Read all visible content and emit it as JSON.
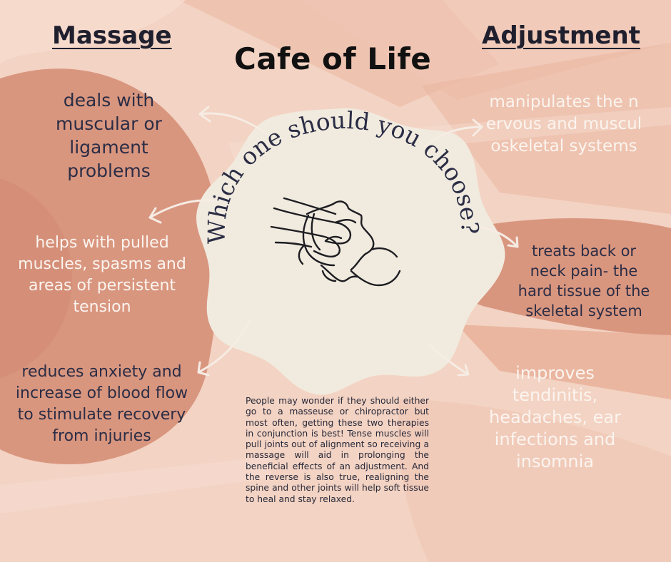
{
  "title": "Cafe of Life",
  "massage": {
    "heading": "Massage",
    "points": [
      "deals with muscular or ligament problems",
      "helps with pulled muscles, spasms and areas of persistent tension",
      "reduces anxiety and increase of blood flow to stimulate recovery from injuries"
    ]
  },
  "adjustment": {
    "heading": "Adjustment",
    "points": [
      "manipulates the nervous and musculoskeletal systems",
      "treats back or neck pain- the hard tissue of the skeletal system",
      "improves tendinitis, headaches, ear infections and insomnia"
    ]
  },
  "center": {
    "question": "Which one should you choose?"
  },
  "paragraph": "People may wonder if they should either go to a masseuse or chiropractor but most often, getting these two therapies in conjunction is best! Tense muscles will pull joints out of alignment so receiving a massage will aid in prolonging the beneficial effects of an adjustment. And the reverse is also true, realigning the spine and other joints will help soft tissue to heal and stay relaxed.",
  "colors": {
    "background": "#f3d3c3",
    "brush_dark": "#d9967f",
    "brush_light": "#ebb9a3",
    "badge": "#f1ebdf",
    "text_dark": "#2b2d45",
    "text_light": "#fbf4ef"
  },
  "icons": [
    "massage-illustration-icon",
    "arrow-icon"
  ]
}
